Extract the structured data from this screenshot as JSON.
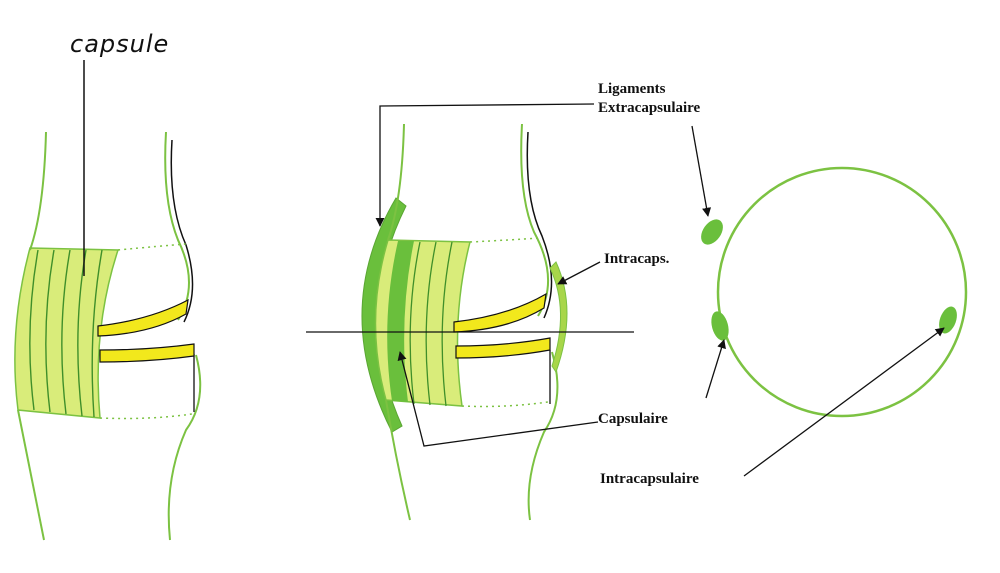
{
  "labels": {
    "capsule_handwritten": "capsule",
    "ligaments_line1": "Ligaments",
    "ligaments_line2": "Extracapsulaire",
    "intracaps": "Intracaps.",
    "capsulaire": "Capsulaire",
    "intracapsulaire": "Intracapsulaire"
  },
  "colors": {
    "outline": "#7cc242",
    "fill_light": "#d9ec7a",
    "fill_mid": "#a8d64a",
    "fill_dark": "#6abf3c",
    "cartilage": "#f2e81c",
    "line": "#111111"
  }
}
